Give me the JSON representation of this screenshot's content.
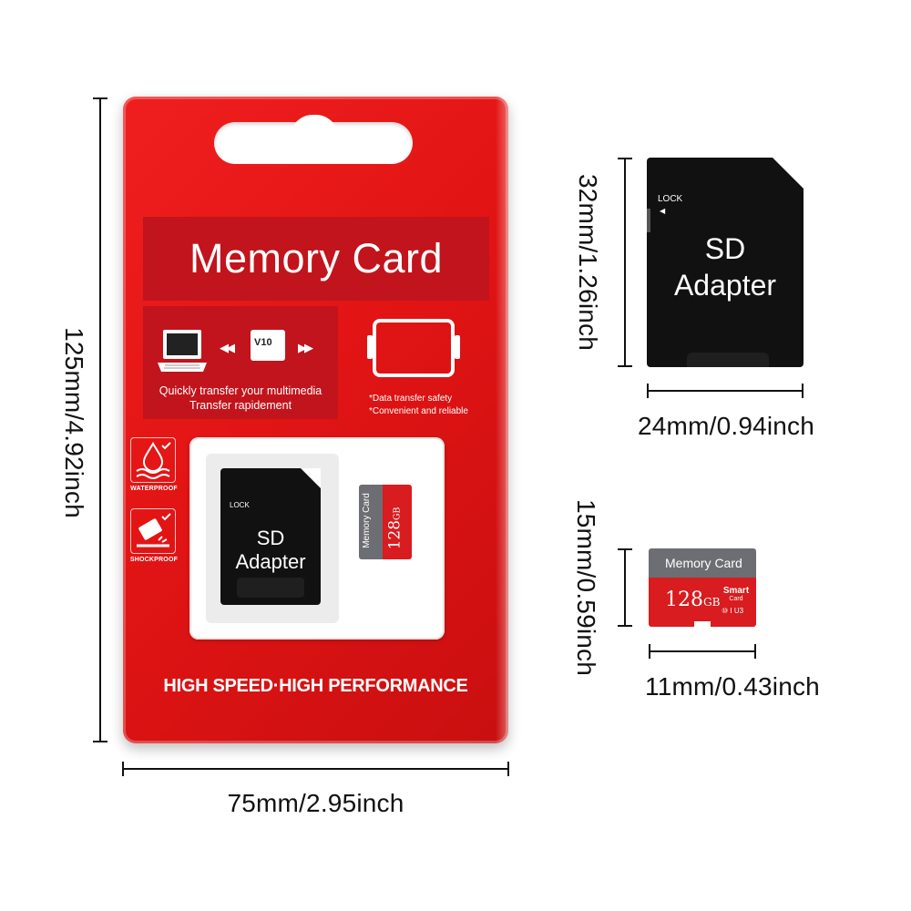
{
  "package": {
    "title": "Memory Card",
    "transfer_text_1": "Quickly transfer your multimedia",
    "transfer_text_2": "Transfer rapidement",
    "feature_1": "*Data transfer safety",
    "feature_2": "*Convenient and reliable",
    "badge_waterproof": "WATERPROOF",
    "badge_shockproof": "SHOCKPROOF",
    "slogan": "HIGH SPEED·HIGH PERFORMANCE",
    "mini_card_mark": "V10"
  },
  "adapter": {
    "lock": "LOCK",
    "line1": "SD",
    "line2": "Adapter"
  },
  "micro_card": {
    "brand": "Memory Card",
    "capacity": "128",
    "unit": "GB",
    "smart_1": "Smart",
    "smart_2": "Card",
    "class_marks": "⑩ I U3"
  },
  "dimensions": {
    "package_height": "125mm/4.92inch",
    "package_width": "75mm/2.95inch",
    "adapter_height": "32mm/1.26inch",
    "adapter_width": "24mm/0.94inch",
    "micro_height": "15mm/0.59inch",
    "micro_width": "11mm/0.43inch"
  },
  "colors": {
    "package_red": "#e21414",
    "band_red": "#c2141c",
    "card_gray": "#6d6e73",
    "card_red": "#d81c1f",
    "adapter_black": "#111111"
  }
}
